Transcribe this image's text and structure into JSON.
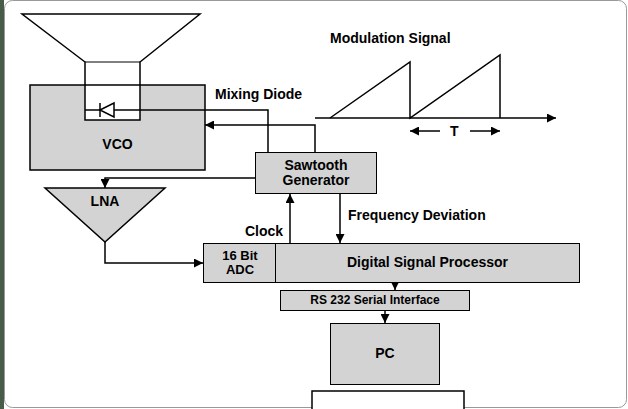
{
  "diagram": {
    "nodes": [
      {
        "text": [
          "VCO"
        ]
      },
      {
        "text": [
          "LNA"
        ]
      },
      {
        "text": [
          "Sawtooth Generator"
        ]
      },
      {
        "text": [
          "16 Bit ADC"
        ]
      },
      {
        "text": [
          "Digital Signal Processor"
        ]
      },
      {
        "text": [
          "RS 232 Serial Interface"
        ]
      },
      {
        "text": [
          "PC"
        ]
      }
    ],
    "edges": [
      {
        "from": 0,
        "to": 1,
        "arrow": "to"
      },
      {
        "from": 2,
        "to": 0,
        "arrow": "to"
      },
      {
        "from": 4,
        "to": 2,
        "label": "Clock",
        "arrow": "to"
      },
      {
        "from": 2,
        "to": 4,
        "label": "Frequency Deviation",
        "arrow": "to"
      },
      {
        "from": 1,
        "to": 3,
        "arrow": "to"
      },
      {
        "from": 4,
        "to": 5,
        "arrow": "to"
      },
      {
        "from": 5,
        "to": 6,
        "arrow": "to"
      }
    ],
    "labels": [
      "Mixing Diode",
      "Modulation Signal",
      "T"
    ]
  }
}
